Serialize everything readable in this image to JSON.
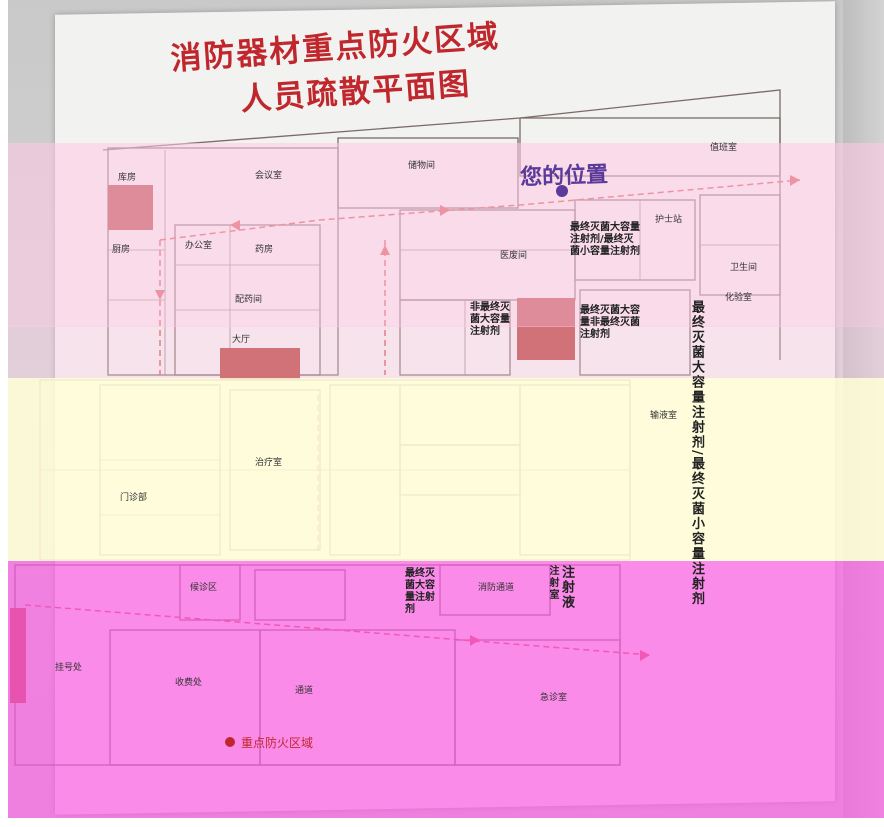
{
  "poster": {
    "title_line1": "消防器材重点防火区域",
    "title_line2": "人员疏散平面图",
    "you_are_here": "您的位置",
    "legend_label": "重点防火区域"
  },
  "room_labels": {
    "r_top_left": "库房",
    "r_kitchen": "厨房",
    "r_corridor_top": "消防通道",
    "r_top_mid": "会议室",
    "r_stock": "储物间",
    "r_office": "办公室",
    "r_pharmacy": "药房",
    "r_dispensing": "配药间",
    "r_waste": "医废间",
    "r_hall_left": "大厅",
    "r_waiting": "候诊区",
    "r_top_right": "值班室",
    "r_nurse": "护士站",
    "r_toilet": "卫生间",
    "r_lab": "化验室",
    "r_lower_left": "门诊部",
    "r_lower_mid": "治疗室",
    "r_lower_right": "输液室",
    "r_bottom_left": "挂号处",
    "r_bottom_mid": "收费处",
    "r_bottom_right": "急诊室",
    "r_injection": "注射室",
    "r_side": "通道"
  },
  "info_blocks": {
    "b1": "最终灭菌大容量注射剂/最终灭菌小容量注射剂",
    "b2": "非最终灭菌大容量注射剂",
    "b3": "最终灭菌大容量非最终灭菌注射剂",
    "b4": "最终灭菌大容量注射剂",
    "b5": "注射液"
  },
  "colors": {
    "title_red": "#c0272d",
    "fire_zone_red": "#b9443f",
    "you_purple": "#5b3a9a",
    "route_red": "#d9534f"
  },
  "icons": [
    "you-are-here-marker",
    "fire-zone-marker",
    "evacuation-route-arrow"
  ]
}
